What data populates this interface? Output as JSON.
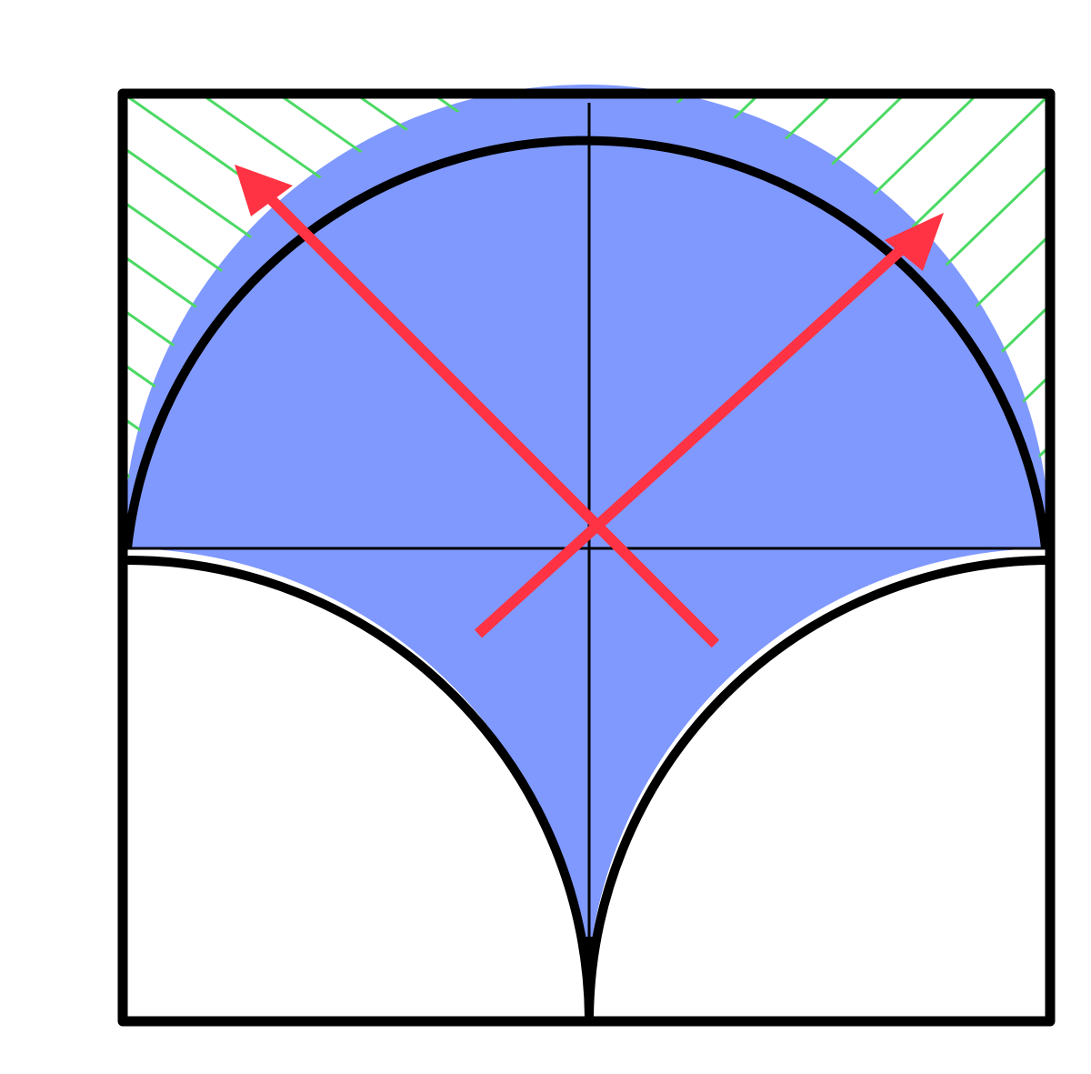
{
  "colors": {
    "background": "#ffffff",
    "outline": "#000000",
    "shaded_region": "#8099ff",
    "hatch": "#4cd964",
    "arrow": "#ff3344"
  },
  "figure": {
    "shapes": [
      "square",
      "semicircle",
      "quarter-circle-left",
      "quarter-circle-right"
    ],
    "shaded_region": "semicircle-plus-curved-triangle",
    "hatched_regions": [
      "top-left-corner",
      "top-right-corner"
    ],
    "axes": [
      "vertical-center-line",
      "horizontal-center-line"
    ],
    "arrows": [
      "arrow-toward-top-left",
      "arrow-toward-top-right"
    ]
  }
}
